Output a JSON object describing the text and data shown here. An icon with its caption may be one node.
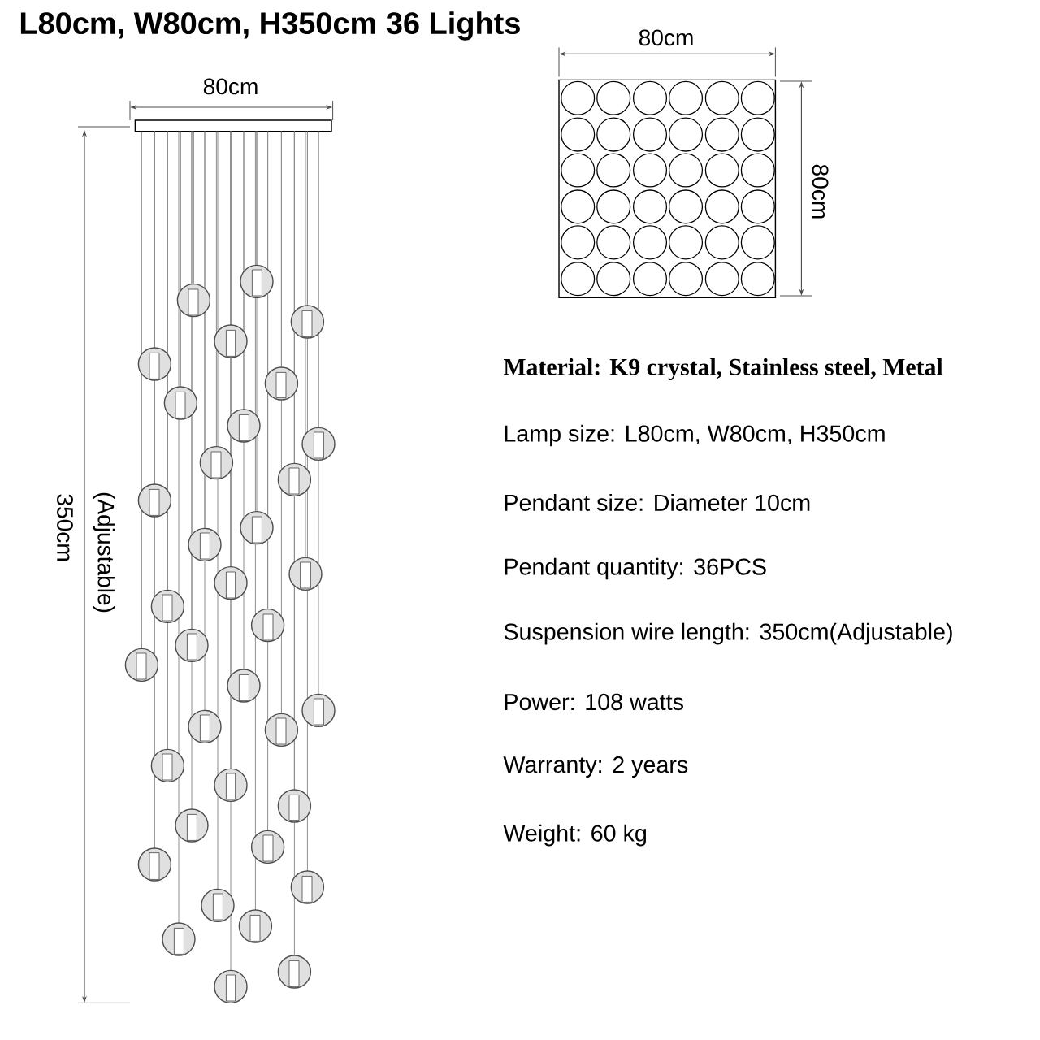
{
  "diagram": {
    "title": "L80cm, W80cm, H350cm  36 Lights",
    "labels": [
      "80cm",
      "350cm",
      "(Adjustable)",
      "80cm",
      "80cm",
      "Material: K9 crystal, Stainless steel, Metal",
      "Lamp size: L80cm, W80cm, H350cm",
      "Pendant size: Diameter 10cm",
      "Pendant quantity: 36PCS",
      "Suspension wire length: 350cm(Adjustable)",
      "Power:  108 watts",
      "Warranty: 2 years",
      "Weight: 60 kg"
    ]
  }
}
